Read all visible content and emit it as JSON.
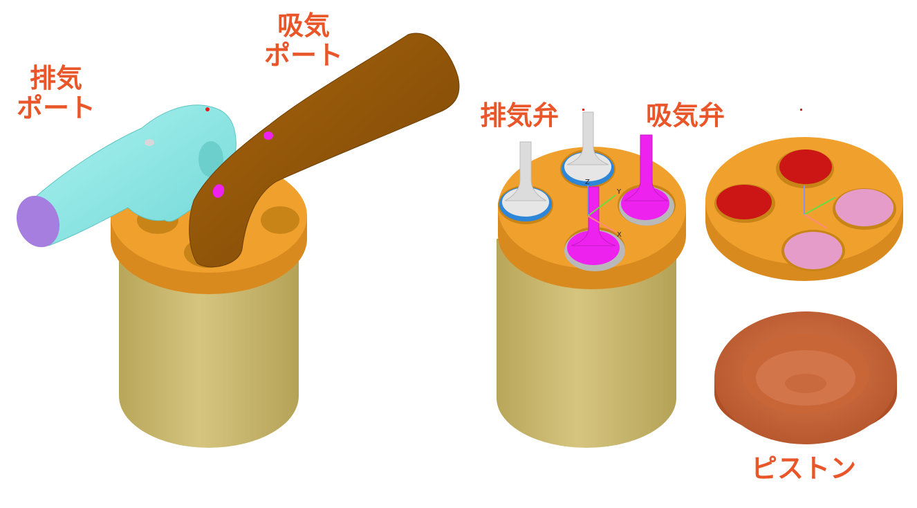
{
  "labels": {
    "exhaust_port": [
      "排気",
      "ポート"
    ],
    "intake_port": [
      "吸気",
      "ポート"
    ],
    "exhaust_valve": "排気弁",
    "intake_valve": "吸気弁",
    "piston": "ピストン"
  },
  "axes": {
    "x": "X",
    "y": "Y",
    "z": "Z"
  },
  "colors": {
    "label": "#e8562a",
    "cylinder": "#cdbb72",
    "head": "#f0a02c",
    "exhaust_port": "#8fe6e4",
    "exhaust_port_face": "#a57ee0",
    "intake_port": "#8f5408",
    "intake_valve": "#ee22ee",
    "exhaust_valve": "#e4e4e4",
    "exhaust_valve_face": "#cc1515",
    "intake_valve_face": "#e59cc8",
    "piston": "#c45c32"
  }
}
